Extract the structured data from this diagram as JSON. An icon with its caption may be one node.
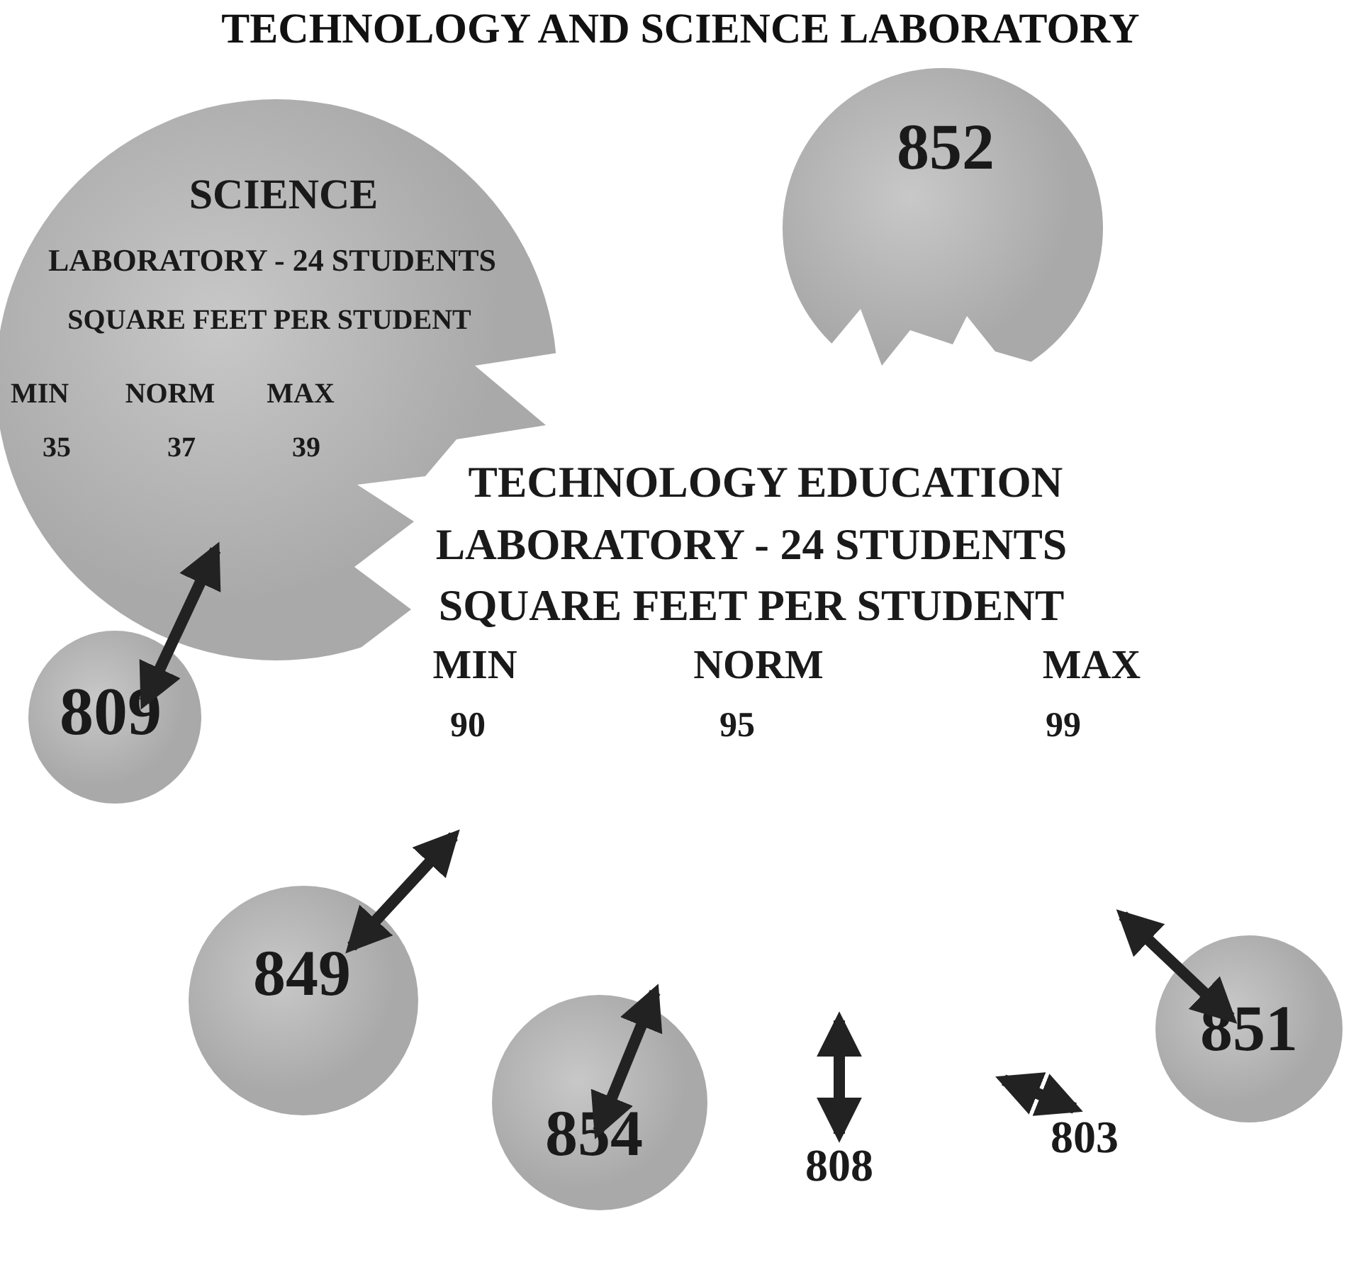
{
  "diagram": {
    "title": "TECHNOLOGY AND SCIENCE LABORATORY",
    "nodes": [
      {
        "text": [
          "SCIENCE",
          "LABORATORY - 24 STUDENTS",
          "SQUARE FEET PER STUDENT",
          "MIN",
          "NORM",
          "MAX",
          "35",
          "37",
          "39"
        ]
      },
      {
        "text": [
          "852"
        ]
      },
      {
        "text": [
          "TECHNOLOGY EDUCATION",
          "LABORATORY - 24 STUDENTS",
          "SQUARE FEET PER STUDENT",
          "MIN",
          "NORM",
          "MAX",
          "90",
          "95",
          "99"
        ]
      },
      {
        "text": [
          "809"
        ]
      },
      {
        "text": [
          "849"
        ]
      },
      {
        "text": [
          "854"
        ]
      },
      {
        "text": [
          "808"
        ]
      },
      {
        "text": [
          "803"
        ]
      },
      {
        "text": [
          "851"
        ]
      }
    ],
    "edges": [
      {
        "from": 3,
        "to": 0,
        "arrow": "both"
      },
      {
        "from": 4,
        "to": null,
        "arrow": "both"
      },
      {
        "from": 5,
        "to": null,
        "arrow": "both"
      },
      {
        "from": 6,
        "to": null,
        "arrow": "both"
      },
      {
        "from": 7,
        "to": null,
        "arrow": "both"
      },
      {
        "from": 8,
        "to": null,
        "arrow": "both"
      }
    ]
  }
}
